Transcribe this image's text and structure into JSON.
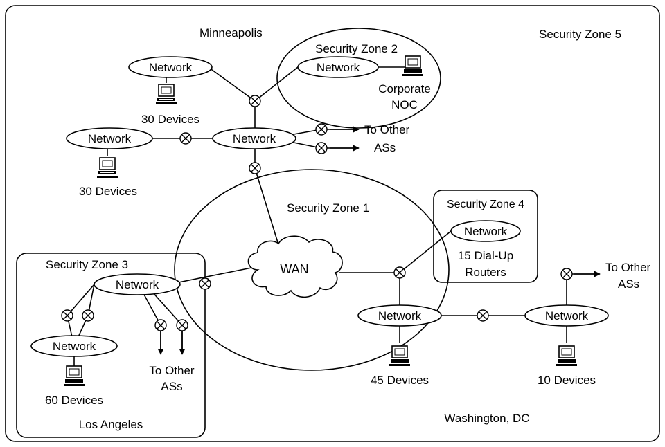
{
  "zones": {
    "zone5": "Security Zone 5",
    "zone2": "Security Zone 2",
    "zone1": "Security Zone 1",
    "zone4": "Security Zone 4",
    "zone3": "Security Zone 3"
  },
  "places": {
    "minneapolis": "Minneapolis",
    "los_angeles": "Los Angeles",
    "washington": "Washington, DC"
  },
  "network_label": "Network",
  "wan_label": "WAN",
  "devices": {
    "mpls_top": "30 Devices",
    "mpls_left": "30 Devices",
    "la": "60 Devices",
    "dc_center": "45 Devices",
    "dc_right": "10 Devices"
  },
  "noc": {
    "line1": "Corporate",
    "line2": "NOC"
  },
  "dialup": {
    "line1": "15 Dial-Up",
    "line2": "Routers"
  },
  "to_other": {
    "line1": "To Other",
    "line2": "ASs"
  },
  "icons": {
    "router": "router-crossed-circle-icon",
    "computer": "computer-monitor-icon",
    "cloud": "cloud-icon"
  }
}
